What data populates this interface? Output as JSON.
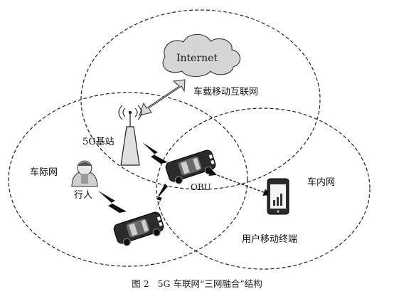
{
  "labels": {
    "internet": "Internet",
    "vehicle_mobile_internet": "车载移动互联网",
    "base_station": "5G基站",
    "v2x_network": "车际网",
    "pedestrian": "行人",
    "obu": "OBU",
    "in_vehicle_network": "车内网",
    "user_mobile_terminal": "用户移动终端"
  },
  "caption": {
    "figure_number": "图 2",
    "title": "5G 车联网“三网融合”结构"
  }
}
